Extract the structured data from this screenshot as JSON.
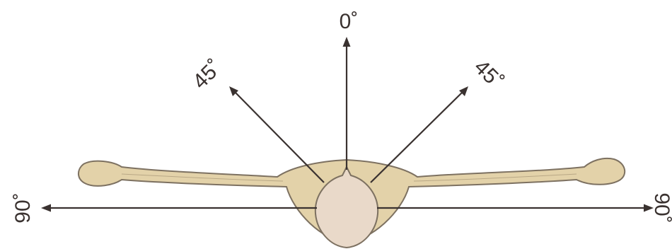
{
  "diagram": {
    "labels": {
      "top": "0˚",
      "upper_left": "45˚",
      "upper_right": "45˚",
      "left": "90˚",
      "right": "90˚"
    },
    "colors": {
      "body_fill": "#e3d2a9",
      "body_stroke": "#7d7161",
      "head_fill": "#e9d9c9",
      "arrow": "#3a3230",
      "text": "#3a3230",
      "background": "#ffffff"
    }
  }
}
